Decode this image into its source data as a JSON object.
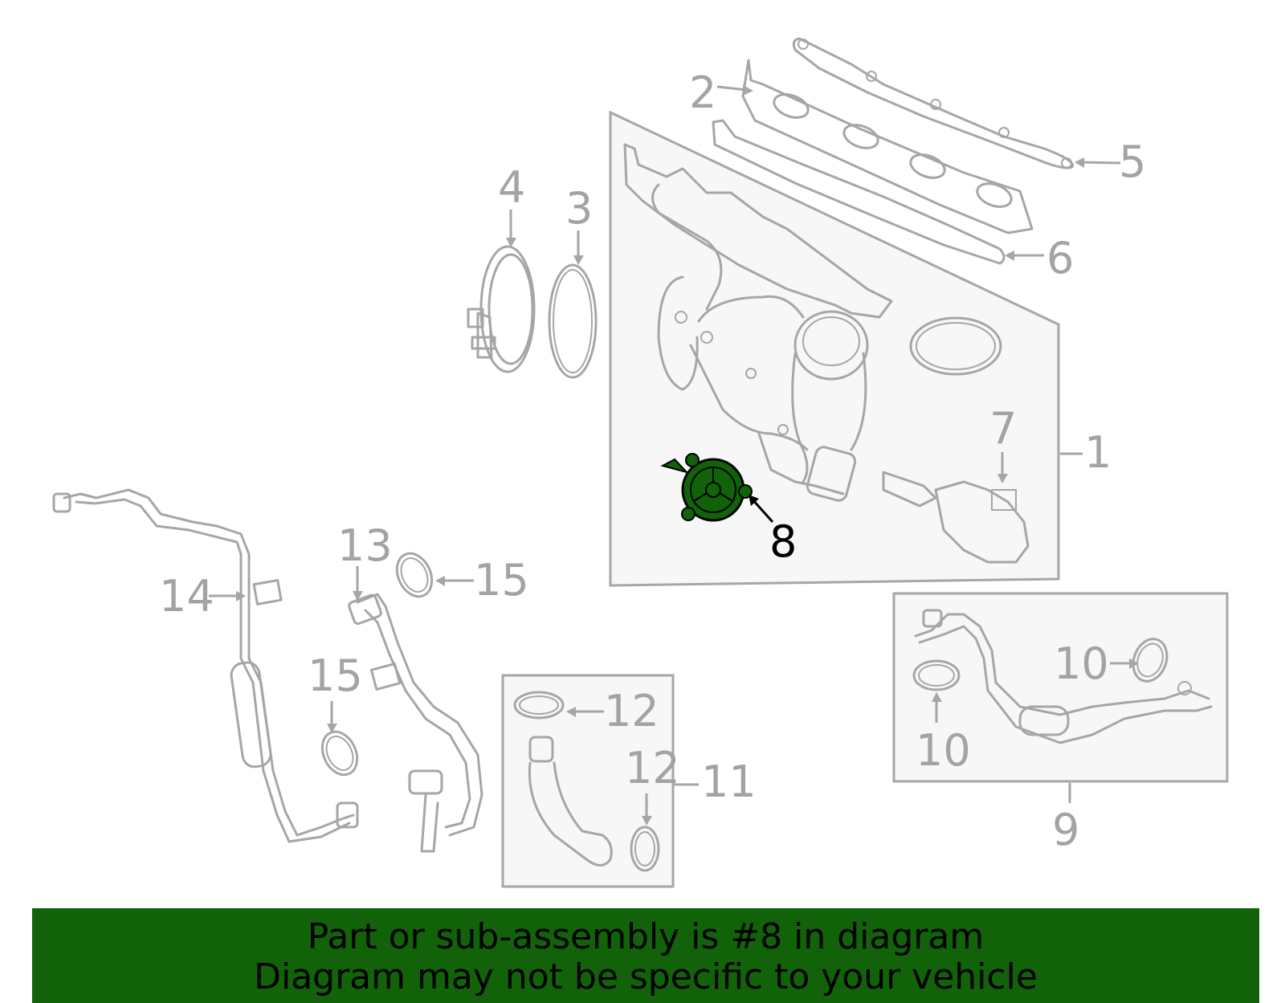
{
  "callouts": {
    "c1": "1",
    "c2": "2",
    "c3": "3",
    "c4": "4",
    "c5": "5",
    "c6": "6",
    "c7": "7",
    "c8": "8",
    "c9": "9",
    "c10a": "10",
    "c10b": "10",
    "c11": "11",
    "c12a": "12",
    "c12b": "12",
    "c13": "13",
    "c14": "14",
    "c15a": "15",
    "c15b": "15"
  },
  "highlight": {
    "part_number": "8",
    "color": "#116208"
  },
  "banner": {
    "line1": "Part or sub-assembly is #8 in diagram",
    "line2": "Diagram may not be specific to your vehicle",
    "color": "#116208"
  }
}
